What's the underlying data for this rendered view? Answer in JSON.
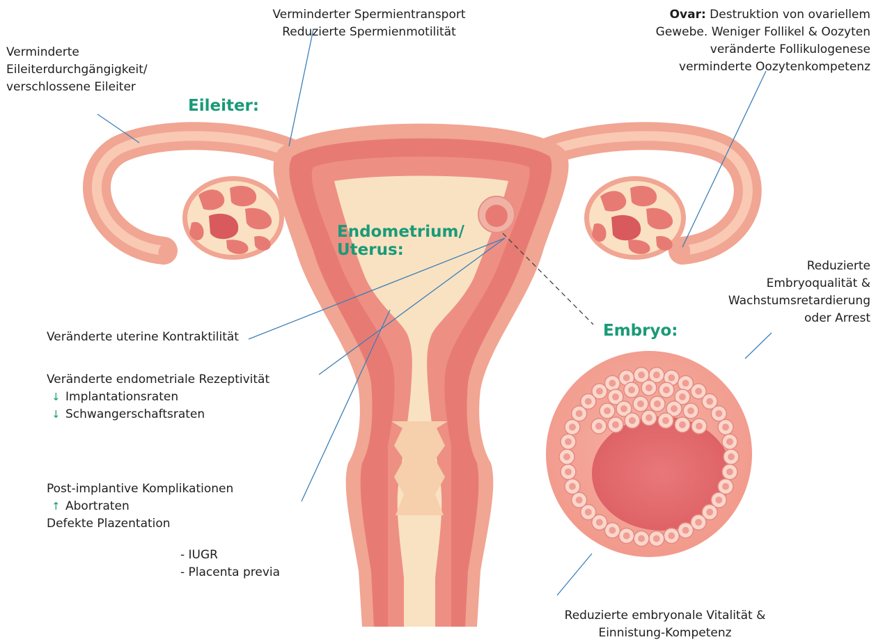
{
  "colors": {
    "accent": "#1a9a78",
    "line": "#3c7fb8",
    "tissue_outer": "#f1a593",
    "tissue_inner": "#e77b74",
    "tissue_deep": "#d95a5c",
    "canal": "#f9e2c2",
    "ovary_bg": "#fbe1c4",
    "text": "#1e1e1e"
  },
  "headings": {
    "eileiter": "Eileiter:",
    "endometrium": "Endometrium/",
    "uterus": "Uterus:",
    "embryo": "Embryo:"
  },
  "labels": {
    "eileiter_block": [
      "Verminderte",
      "Eileiterdurchgängigkeit/",
      "verschlossene Eileiter"
    ],
    "sperm_block": [
      "Verminderter Spermientransport",
      "Reduzierte Spermienmotilität"
    ],
    "ovar_bold": "Ovar:",
    "ovar_first": " Destruktion von ovariellem",
    "ovar_rest": [
      "Gewebe. Weniger Follikel & Oozyten",
      "veränderte Follikulogenese",
      "verminderte Oozytenkompetenz"
    ],
    "embryo_quality": [
      "Reduzierte",
      "Embryoqualität &",
      "Wachstumsretardierung",
      "oder Arrest"
    ],
    "kontraktilitaet": "Veränderte uterine Kontraktilität",
    "rezeptivitaet": "Veränderte endometriale Rezeptivität",
    "implantation": "Implantationsraten",
    "schwangerschaft": "Schwangerschaftsraten",
    "postimpl": "Post-implantive Komplikationen",
    "abort": "Abortraten",
    "plazentation": "Defekte Plazentation",
    "iugr": "- IUGR",
    "previa": "- Placenta previa",
    "vitalitaet": [
      "Reduzierte embryonale Vitalität &",
      "Einnistung-Kompetenz"
    ]
  },
  "icons": {
    "down_arrow": "↓",
    "up_arrow": "↑"
  }
}
